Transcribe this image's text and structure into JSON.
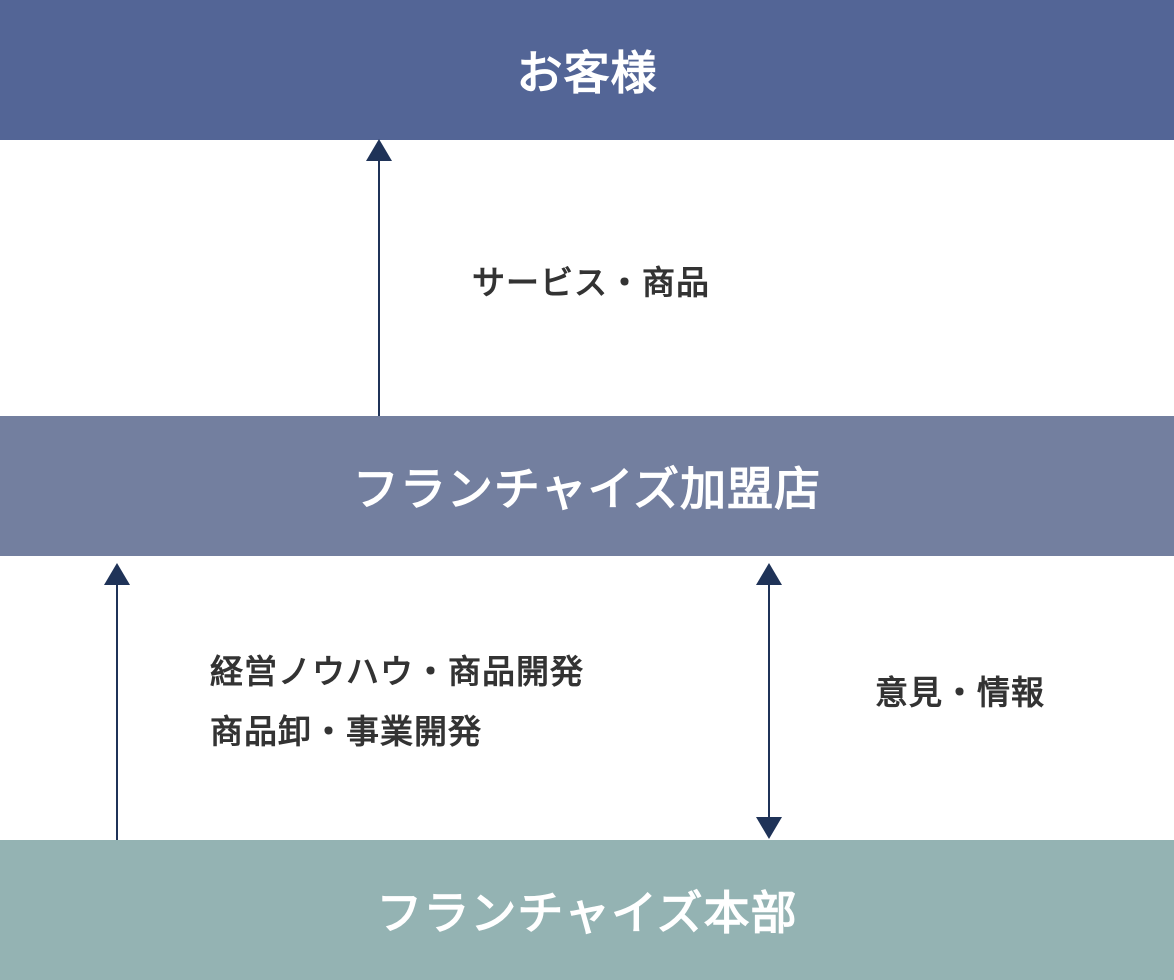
{
  "nodes": {
    "customer": "お客様",
    "franchisee": "フランチャイズ加盟店",
    "headquarters": "フランチャイズ本部"
  },
  "flows": {
    "franchisee_to_customer": "サービス・商品",
    "hq_to_franchisee_line1": "経営ノウハウ・商品開発",
    "hq_to_franchisee_line2": "商品卸・事業開発",
    "bidirectional": "意見・情報"
  },
  "colors": {
    "customer_band": "#536596",
    "franchisee_band": "#737f9f",
    "headquarters_band": "#94b3b3",
    "arrow": "#1f3358",
    "label_text": "#333333"
  }
}
